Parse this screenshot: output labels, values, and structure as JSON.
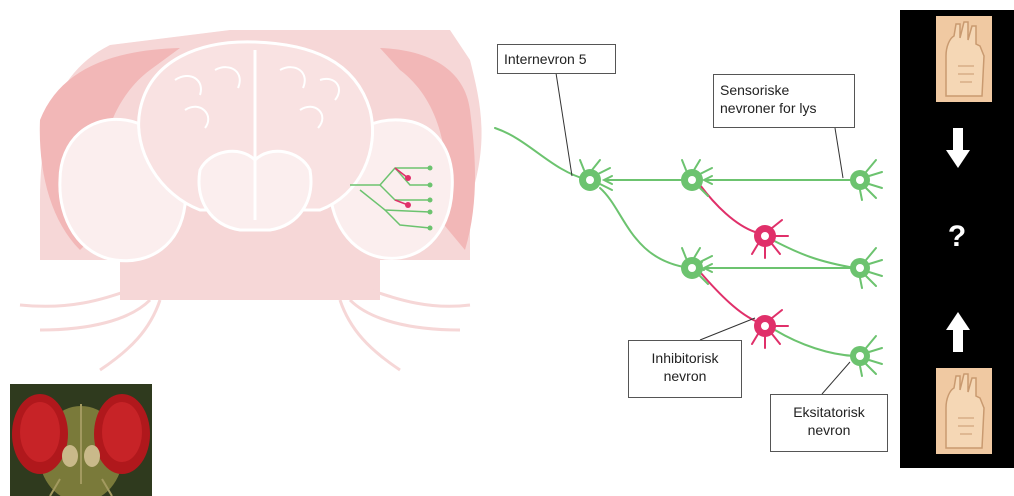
{
  "labels": {
    "internevron": "Internevron 5",
    "sensoriske_line1": "Sensoriske",
    "sensoriske_line2": "nevroner for lys",
    "inhibitorisk_line1": "Inhibitorisk",
    "inhibitorisk_line2": "nevron",
    "eksitatorisk_line1": "Eksitatorisk",
    "eksitatorisk_line2": "nevron"
  },
  "side_panel": {
    "question": "?"
  },
  "colors": {
    "brain_fill": "#f6d7d7",
    "brain_outline": "#ffffff",
    "eye_band": "#f2b7b7",
    "excitatory": "#6cc36f",
    "inhibitory": "#e0306a",
    "panel_bg": "#000000",
    "hand_skin": "#f0c9a2"
  },
  "icons": [
    "fly-brain-illustration",
    "fly-head-photo",
    "hand-icon",
    "arrow-down-icon",
    "arrow-up-icon"
  ]
}
